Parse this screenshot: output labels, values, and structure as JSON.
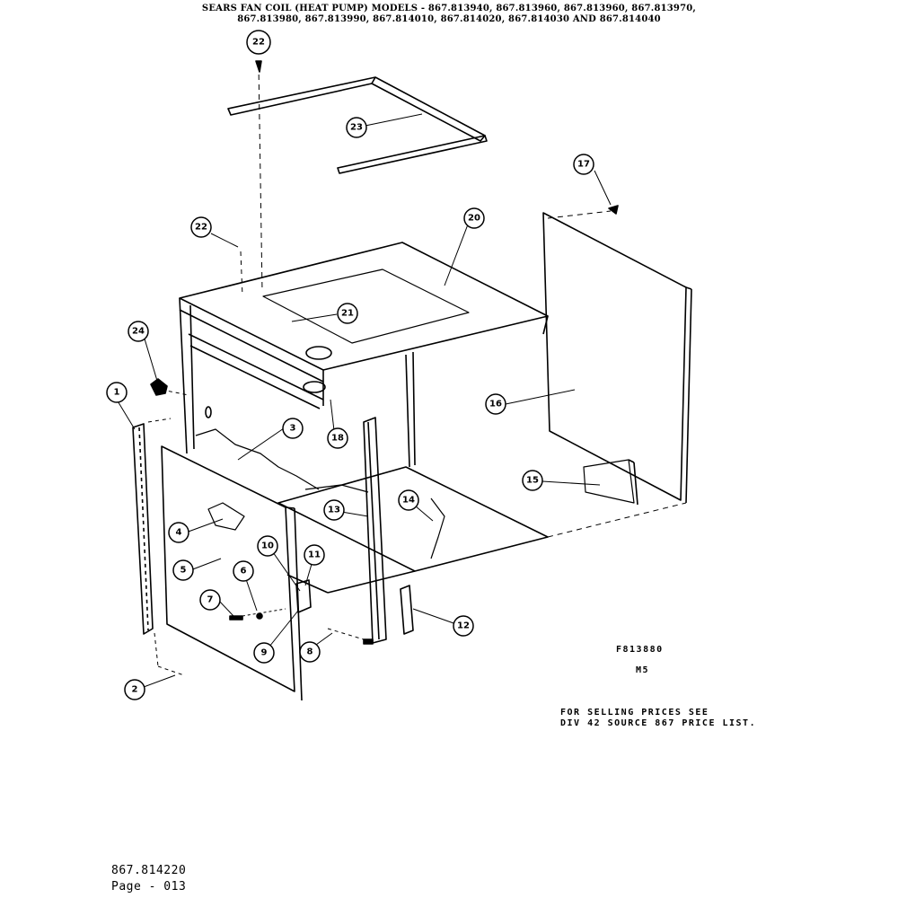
{
  "header": {
    "line1": "SEARS FAN COIL (HEAT PUMP) MODELS - 867.813940, 867.813960, 867.813960, 867.813970,",
    "line2": "867.813980, 867.813990, 867.814010, 867.814020, 867.814030 AND 867.814040"
  },
  "callouts": [
    "22",
    "23",
    "17",
    "20",
    "22",
    "21",
    "24",
    "1",
    "16",
    "3",
    "18",
    "15",
    "13",
    "14",
    "4",
    "11",
    "10",
    "5",
    "6",
    "7",
    "12",
    "9",
    "8",
    "2"
  ],
  "diagram_code": "F813880",
  "diagram_revision": "M5",
  "selling_note": {
    "line1": "FOR SELLING PRICES SEE",
    "line2": "DIV 42 SOURCE 867 PRICE LIST."
  },
  "footer": {
    "model": "867.814220",
    "page": "Page - 013"
  }
}
